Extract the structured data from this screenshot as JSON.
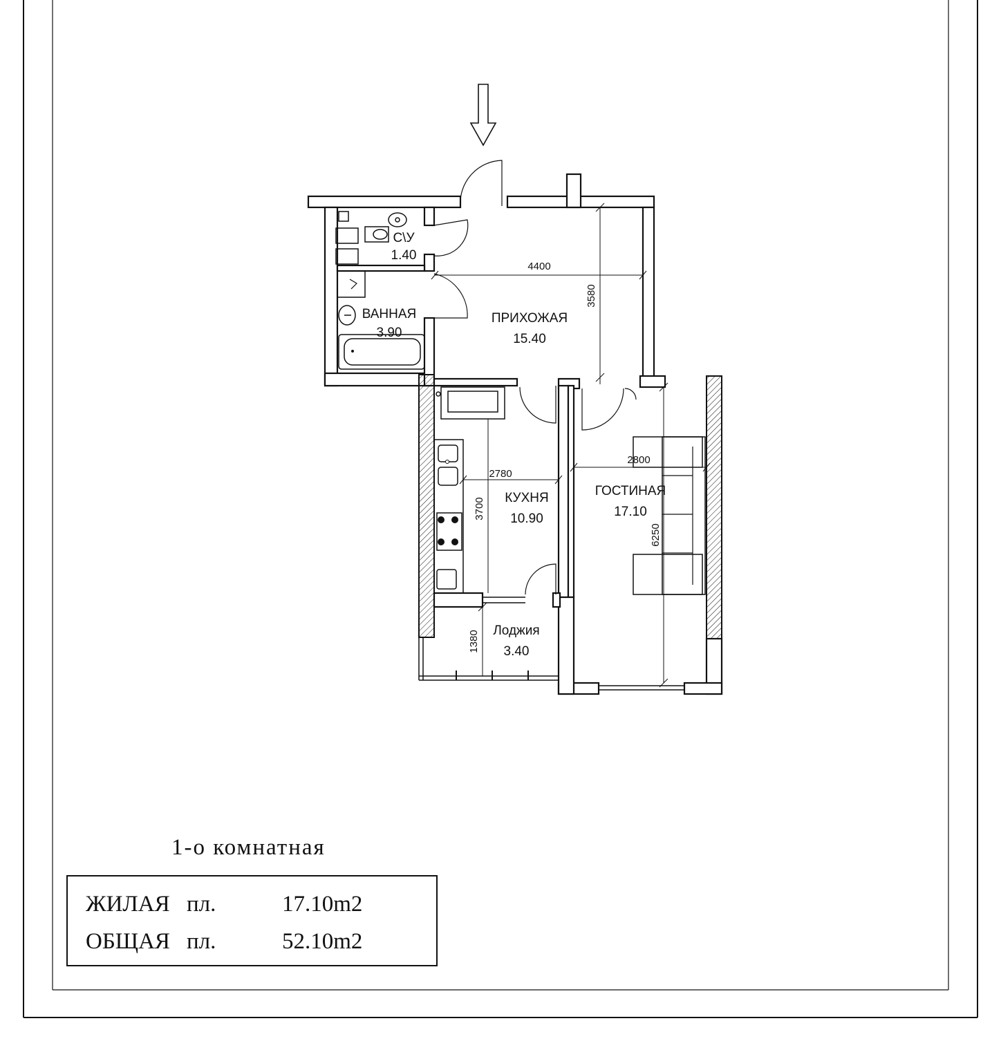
{
  "rooms": {
    "su": {
      "name": "С\\У",
      "area": "1.40"
    },
    "bath": {
      "name": "ВАННАЯ",
      "area": "3.90"
    },
    "hall": {
      "name": "ПРИХОЖАЯ",
      "area": "15.40"
    },
    "kitchen": {
      "name": "КУХНЯ",
      "area": "10.90"
    },
    "living": {
      "name": "ГОСТИНАЯ",
      "area": "17.10"
    },
    "loggia": {
      "name": "Лоджия",
      "area": "3.40"
    }
  },
  "dimensions": {
    "hall_width": "4400",
    "hall_depth": "3580",
    "kitchen_width": "2780",
    "kitchen_depth": "3700",
    "living_width": "2800",
    "living_depth": "6250",
    "loggia_depth": "1380"
  },
  "apartment_type": "1-о комнатная",
  "summary": {
    "living_label": "ЖИЛАЯ",
    "living_unit": "пл.",
    "living_value": "17.10m2",
    "total_label": "ОБЩАЯ",
    "total_unit": "пл.",
    "total_value": "52.10m2"
  },
  "icons": {
    "entrance": "entrance-arrow-icon"
  }
}
